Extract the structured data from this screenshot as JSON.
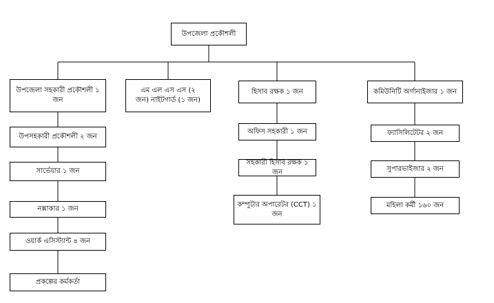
{
  "root": {
    "label": "উপজেলা প্রকৌশলী"
  },
  "columns": [
    {
      "items": [
        {
          "label": "উপজেলা সহকারী প্রকৌশলী ১ জন"
        },
        {
          "label": "উপসহকারী প্রকৌশলী ২ জন"
        },
        {
          "label": "সার্ভেয়ার  ১ জন"
        },
        {
          "label": "নক্সাকার  ১ জন"
        },
        {
          "label": "ওয়ার্ক এসিস্ট্যান্ট ৪ জন"
        },
        {
          "label": "প্রকল্পের কর্মকর্তা"
        }
      ]
    },
    {
      "items": [
        {
          "label": "এম এল এস এস (২ জন) নাইটগার্ড (১ জন)"
        }
      ]
    },
    {
      "items": [
        {
          "label": "হিসাব রক্ষক ১ জন"
        },
        {
          "label": "অফিস সহকারী ১ জন"
        },
        {
          "label": "সহকারী হিসাব রক্ষক ১ জন"
        },
        {
          "label": "কম্পুটার অপারেটর (CCT) ১ জন"
        }
      ]
    },
    {
      "items": [
        {
          "label": "কমিউনিটি অর্গানাইজার ১ জন"
        },
        {
          "label": "ফ্যাসিলিটেটর ২ জন"
        },
        {
          "label": "সুপারভাইজার ২ জন"
        },
        {
          "label": "মহিলা কর্মী ১৬০ জন"
        }
      ]
    }
  ]
}
